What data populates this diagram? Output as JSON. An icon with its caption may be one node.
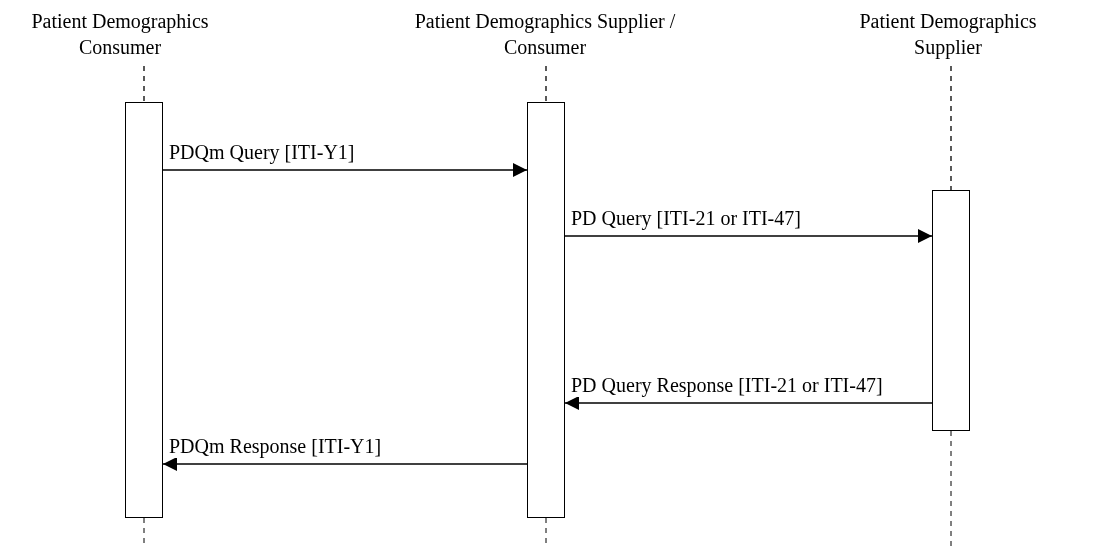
{
  "diagram": {
    "nodes": [
      {
        "text": [
          "Patient Demographics Consumer"
        ]
      },
      {
        "text": [
          "Patient Demographics Supplier / Consumer"
        ]
      },
      {
        "text": [
          "Patient Demographics Supplier"
        ]
      },
      {
        "text": [],
        "shape": "bar"
      },
      {
        "text": [],
        "shape": "bar"
      },
      {
        "text": [],
        "shape": "bar"
      }
    ],
    "edges": [
      {
        "from": 0,
        "to": 3,
        "arrow": "none",
        "style": "dashed"
      },
      {
        "from": 1,
        "to": 4,
        "arrow": "none",
        "style": "dashed"
      },
      {
        "from": 2,
        "to": 5,
        "arrow": "none",
        "style": "dashed"
      },
      {
        "from": 3,
        "to": 4,
        "arrow": "to",
        "label": "PDQm Query [ITI-Y1]"
      },
      {
        "from": 4,
        "to": 5,
        "arrow": "to",
        "label": "PD Query [ITI-21 or ITI-47]"
      },
      {
        "from": 5,
        "to": 4,
        "arrow": "to",
        "label": "PD Query Response [ITI-21 or ITI-47]"
      },
      {
        "from": 4,
        "to": 3,
        "arrow": "to",
        "label": "PDQm Response [ITI-Y1]"
      }
    ]
  }
}
